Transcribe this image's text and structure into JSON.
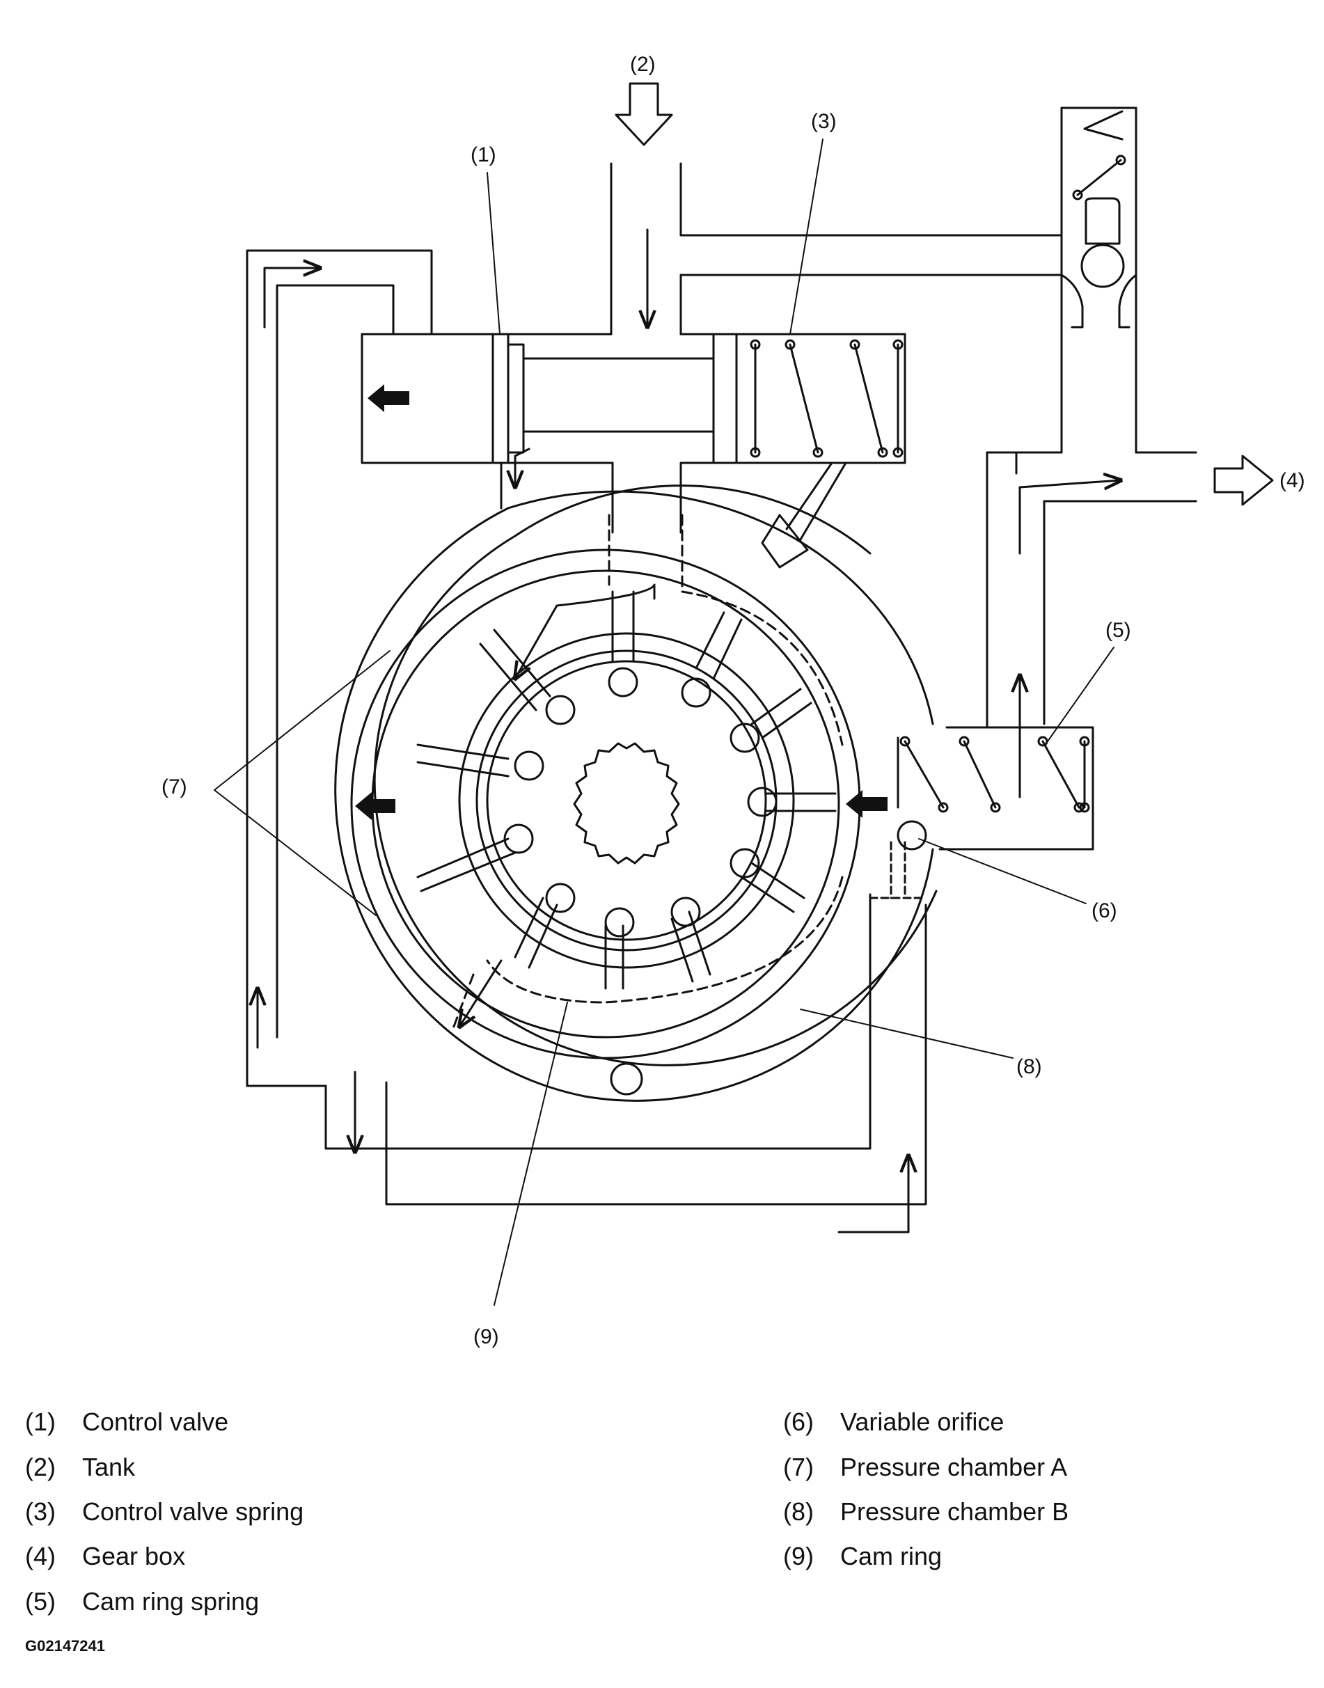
{
  "callouts": [
    "(1)",
    "(2)",
    "(3)",
    "(4)",
    "(5)",
    "(6)",
    "(7)",
    "(8)",
    "(9)"
  ],
  "legend": {
    "left": [
      {
        "num": "(1)",
        "text": "Control valve"
      },
      {
        "num": "(2)",
        "text": "Tank"
      },
      {
        "num": "(3)",
        "text": "Control valve spring"
      },
      {
        "num": "(4)",
        "text": "Gear box"
      },
      {
        "num": "(5)",
        "text": "Cam ring spring"
      }
    ],
    "right": [
      {
        "num": "(6)",
        "text": "Variable orifice"
      },
      {
        "num": "(7)",
        "text": "Pressure chamber A"
      },
      {
        "num": "(8)",
        "text": "Pressure chamber B"
      },
      {
        "num": "(9)",
        "text": "Cam ring"
      }
    ]
  },
  "figure_id": "G02147241",
  "colors": {
    "line": "#111111",
    "background": "#ffffff"
  }
}
